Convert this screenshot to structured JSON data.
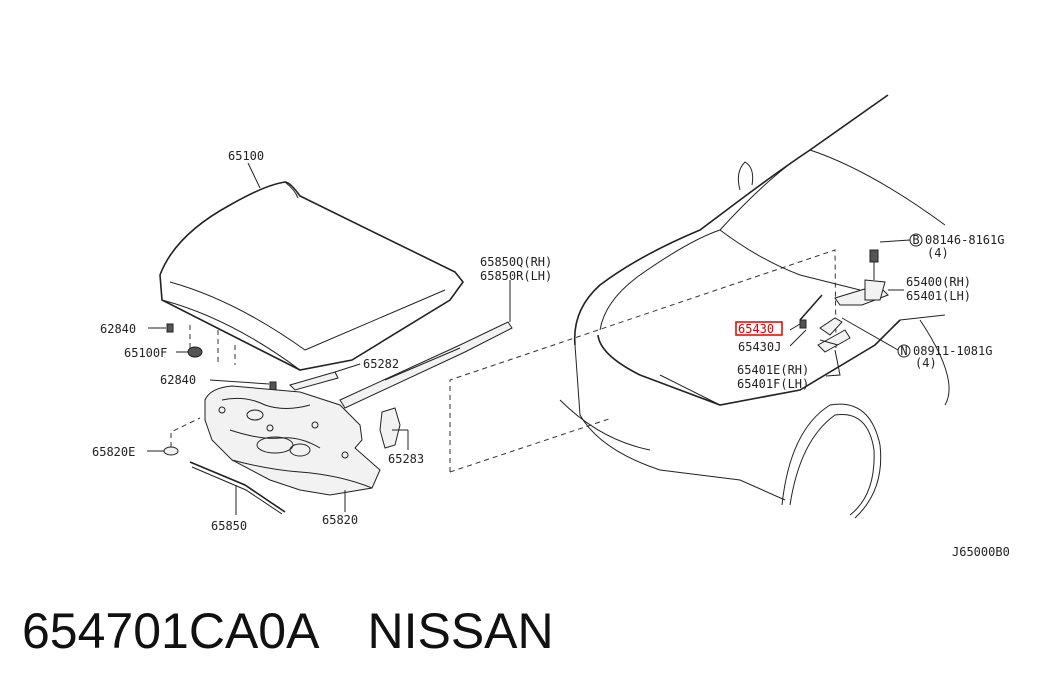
{
  "diagram": {
    "labels": {
      "p65100": "65100",
      "p62840a": "62840",
      "p65100f": "65100F",
      "p62840b": "62840",
      "p65820e": "65820E",
      "p65850": "65850",
      "p65820": "65820",
      "p65283": "65283",
      "p65282": "65282",
      "p65850q": "65850Q(RH)",
      "p65850r": "65850R(LH)",
      "p08146": "08146-8161G",
      "p08146qty": "(4)",
      "p65400": "65400(RH)",
      "p65401": "65401(LH)",
      "p65430": "65430",
      "p65430j": "65430J",
      "p08911": "08911-1081G",
      "p08911qty": "(4)",
      "p65401e": "65401E(RH)",
      "p65401f": "65401F(LH)",
      "ref": "J65000B0"
    },
    "callouts": {
      "b": "B",
      "n": "N"
    }
  },
  "caption": {
    "part_number": "654701CA0A",
    "brand": "NISSAN"
  }
}
